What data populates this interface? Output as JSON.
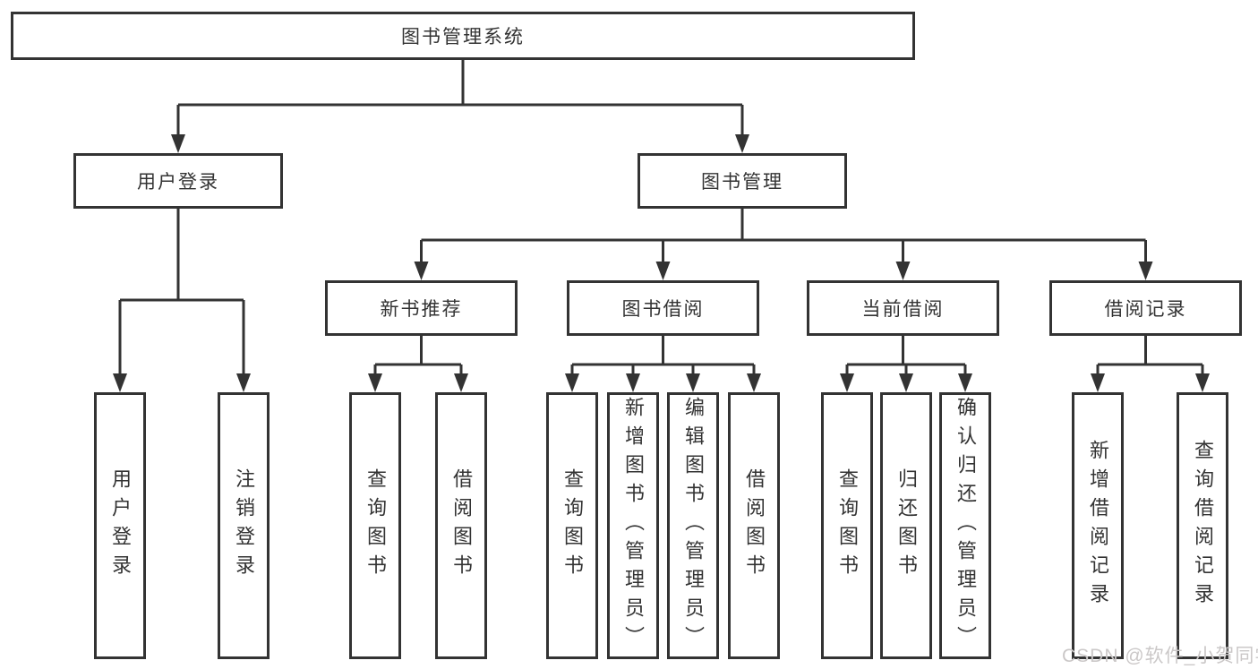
{
  "nodes": {
    "root": "图书管理系统",
    "user_login": "用户登录",
    "book_mgmt": "图书管理",
    "new_books": "新书推荐",
    "book_borrow": "图书借阅",
    "current_borrow": "当前借阅",
    "borrow_records": "借阅记录"
  },
  "leaves": {
    "user_login": [
      "用户登录",
      "注销登录"
    ],
    "new_books": [
      "查询图书",
      "借阅图书"
    ],
    "book_borrow": [
      "查询图书",
      "新增图书（管理员）",
      "编辑图书（管理员）",
      "借阅图书"
    ],
    "current_borrow": [
      "查询图书",
      "归还图书",
      "确认归还（管理员）"
    ],
    "borrow_records": [
      "新增借阅记录",
      "查询借阅记录"
    ]
  },
  "watermark": "CSDN @软件_小贺同学",
  "colors": {
    "line": "#333333",
    "text": "#333333",
    "watermark": "#cbc8c8",
    "background": "#ffffff"
  }
}
